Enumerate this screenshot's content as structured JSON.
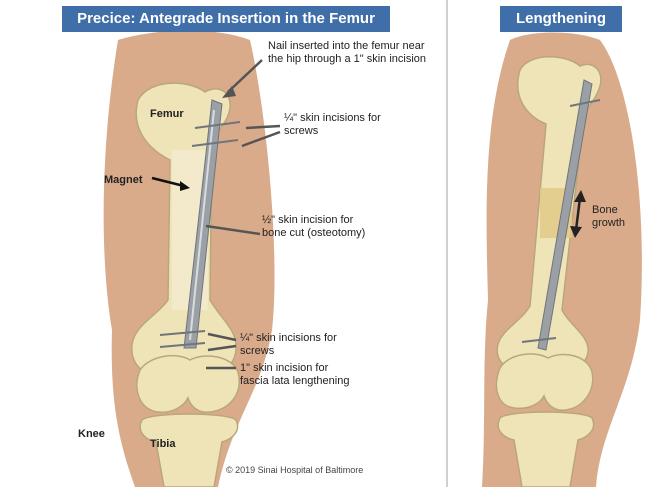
{
  "headers": {
    "left": "Precice: Antegrade Insertion in the Femur",
    "right": "Lengthening"
  },
  "labels": {
    "femur": "Femur",
    "magnet": "Magnet",
    "knee": "Knee",
    "tibia": "Tibia",
    "nail_inserted": "Nail inserted into the femur near the hip through a 1\" skin incision",
    "screw_incisions_top": "¼\" skin incisions for screws",
    "bone_cut_incision": "½\" skin incision for bone cut (osteotomy)",
    "screw_incisions_bottom": "¼\" skin incisions for screws",
    "fascia_incision": "1\" skin incision for fascia lata lengthening",
    "bone_growth": "Bone growth",
    "copyright": "© 2019 Sinai Hospital of Baltimore"
  },
  "colors": {
    "header_bg": "#3f6ea8",
    "skin": "#d9ab8b",
    "bone": "#efe3b8",
    "bone_outline": "#b9a77a",
    "nail": "#9aa0a6",
    "growth": "#e0c987",
    "arrow": "#555555"
  }
}
